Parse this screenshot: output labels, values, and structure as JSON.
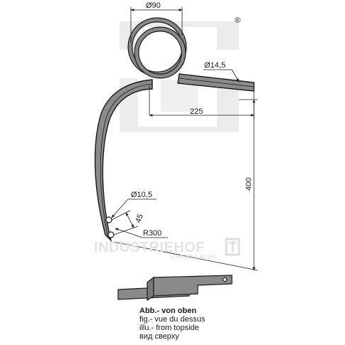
{
  "dimensions": {
    "coil_diameter": "Ø90",
    "bar_diameter": "Ø14,5",
    "arm_length": "225",
    "total_height": "400",
    "hole_diameter": "Ø10,5",
    "hole_spacing": "45",
    "radius": "R300"
  },
  "watermark": {
    "brand": "INDUSTRIEHOF",
    "sub": "SCHERER & BITTEL",
    "registered": "®"
  },
  "caption": {
    "line1": "Abb.- von oben",
    "line2": "fig.- vue du dessus",
    "line3": "illu.- from topside",
    "line4": "вид сверху"
  }
}
